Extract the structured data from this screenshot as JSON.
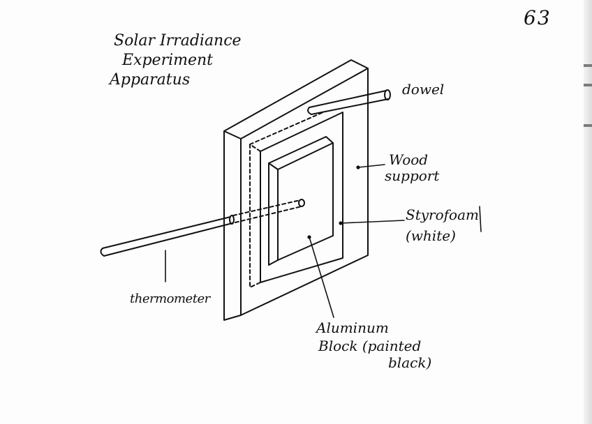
{
  "page_number": "63",
  "title": {
    "line1": "Solar Irradiance",
    "line2": "Experiment",
    "line3": "Apparatus"
  },
  "labels": {
    "dowel": "dowel",
    "wood_support_line1": "Wood",
    "wood_support_line2": "support",
    "styrofoam_line1": "Styrofoam",
    "styrofoam_line2": "(white)",
    "thermometer": "thermometer",
    "aluminum_line1": "Aluminum",
    "aluminum_line2": "Block (painted",
    "aluminum_line3": "black)"
  },
  "colors": {
    "ink": "#111111",
    "paper": "#fdfdfd"
  }
}
